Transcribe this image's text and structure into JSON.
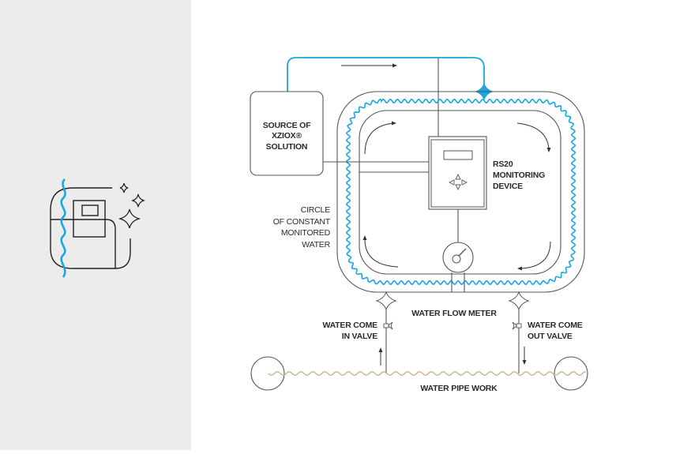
{
  "colors": {
    "panel_background": "#ececec",
    "accent_water": "#1aa6df",
    "line": "#555555",
    "pipe": "#c9ad8e",
    "text": "#2a2a2a"
  },
  "sidebar": {
    "icon": "water-monitoring-device-sparkle-icon"
  },
  "diagram": {
    "labels": {
      "source": [
        "SOURCE OF",
        "XZIOX®",
        "SOLUTION"
      ],
      "device": [
        "RS20",
        "MONITORING",
        "DEVICE"
      ],
      "circle": [
        "CIRCLE",
        "OF CONSTANT",
        "MONITORED",
        "WATER"
      ],
      "flow_meter": "WATER FLOW METER",
      "valve_in": [
        "WATER COME",
        "IN VALVE"
      ],
      "valve_out": [
        "WATER COME",
        "OUT VALVE"
      ],
      "pipe_work": "WATER PIPE WORK"
    },
    "device_buttons": [
      "up-arrow-icon",
      "left-arrow-icon",
      "right-arrow-icon",
      "down-arrow-icon"
    ]
  }
}
